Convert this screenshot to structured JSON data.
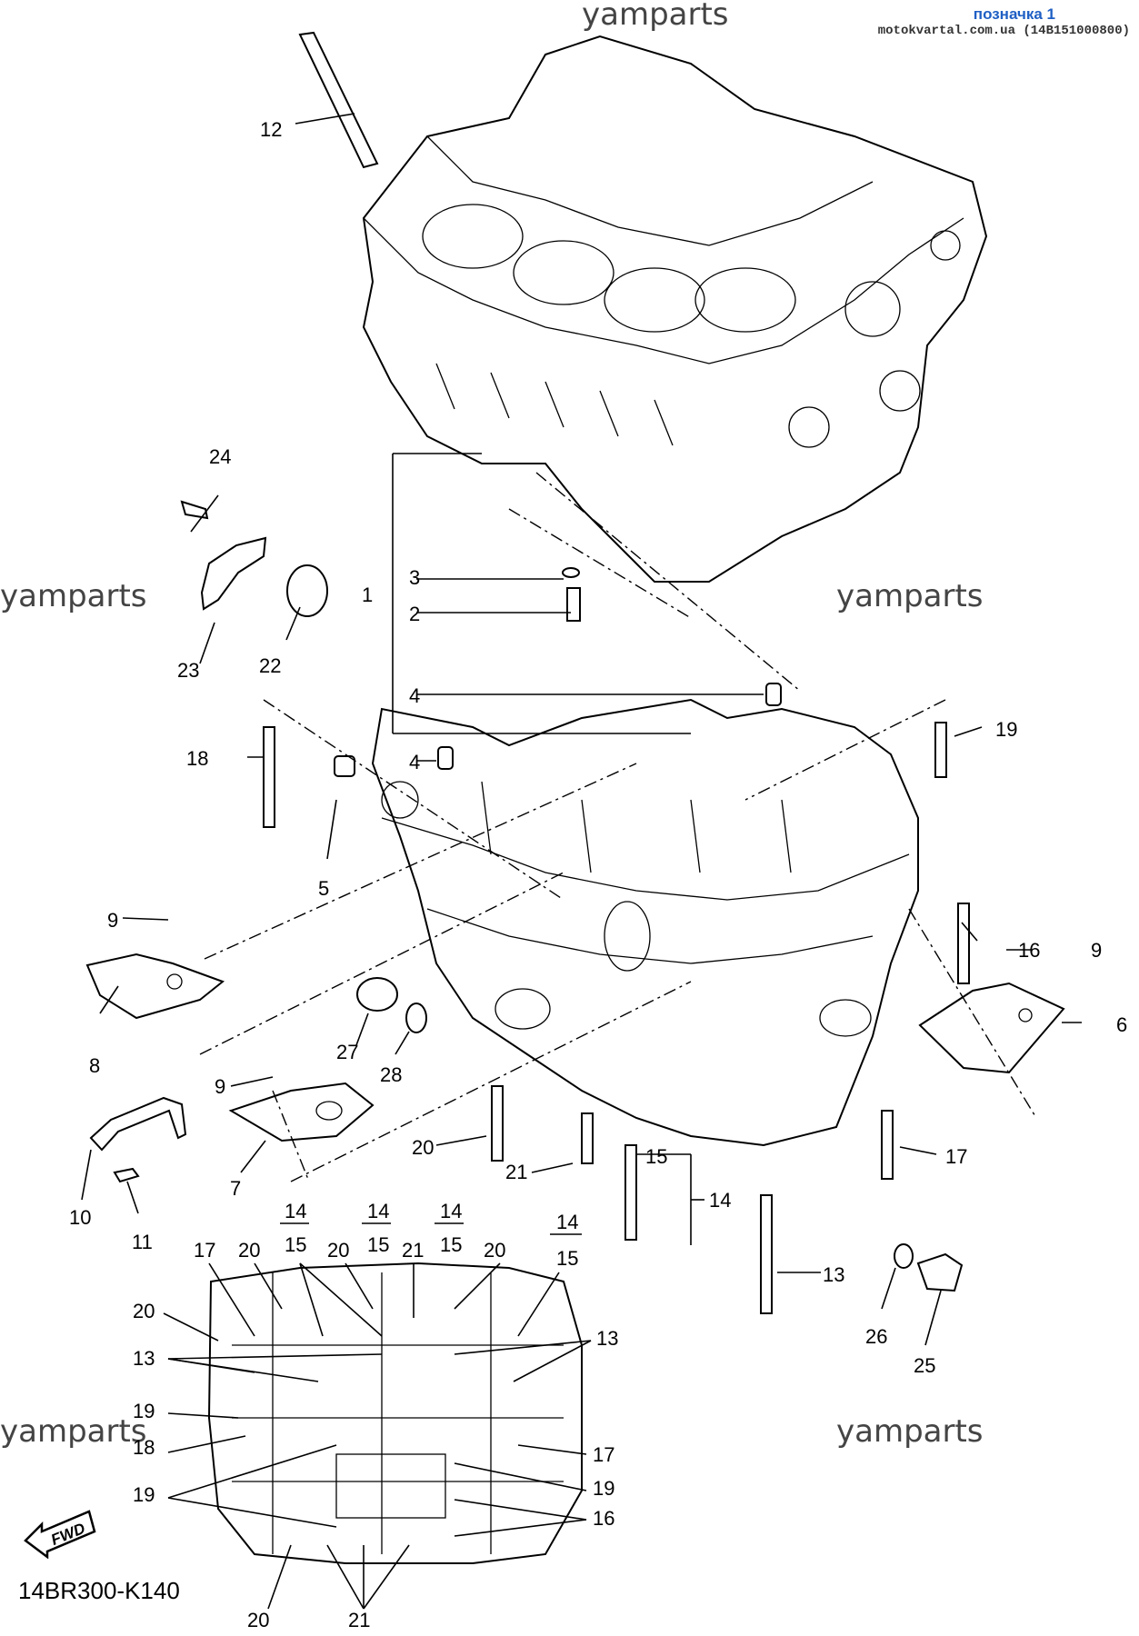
{
  "header": {
    "title": "позначка 1",
    "subtitle": "motokvartal.com.ua (14B151000800)"
  },
  "watermark": "yamparts",
  "diagram_code": "14BR300-K140",
  "fwd_label": "FWD",
  "callouts": {
    "c1": "1",
    "c2": "2",
    "c3": "3",
    "c4a": "4",
    "c4b": "4",
    "c5": "5",
    "c6": "6",
    "c7": "7",
    "c8": "8",
    "c9a": "9",
    "c9b": "9",
    "c9c": "9",
    "c10": "10",
    "c11": "11",
    "c12": "12",
    "c13a": "13",
    "c14a": "14",
    "c15a": "15",
    "c16a": "16",
    "c17a": "17",
    "c18a": "18",
    "c19a": "19",
    "c20a": "20",
    "c21a": "21",
    "c22": "22",
    "c23": "23",
    "c24": "24",
    "c25": "25",
    "c26": "26",
    "c27": "27",
    "c28": "28"
  },
  "layout_labels": {
    "k14a": "14",
    "k15a": "15",
    "k14b": "14",
    "k15b": "15",
    "k14c": "14",
    "k15c": "15",
    "k14d": "14",
    "k15d": "15",
    "k17a": "17",
    "k20a": "20",
    "k20b": "20",
    "k21a": "21",
    "k20c": "20",
    "k20d": "20",
    "k13a": "13",
    "k13b": "13",
    "k19a": "19",
    "k18a": "18",
    "k17b": "17",
    "k19b": "19",
    "k19c": "19",
    "k16a": "16",
    "k20e": "20",
    "k21b": "21"
  }
}
